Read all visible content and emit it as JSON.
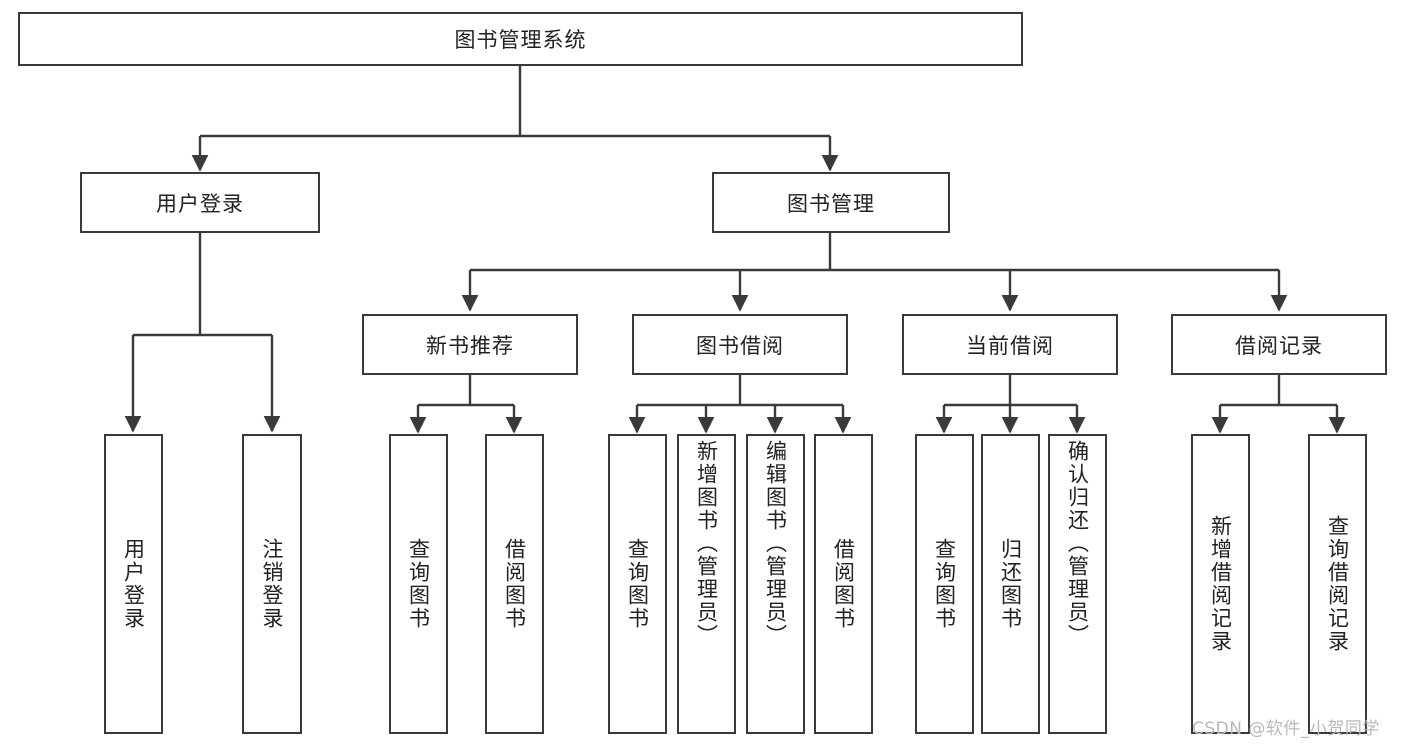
{
  "diagram": {
    "title": "图书管理系统",
    "type": "hierarchy-tree",
    "root": {
      "label": "图书管理系统"
    },
    "level1": [
      {
        "label": "用户登录"
      },
      {
        "label": "图书管理"
      }
    ],
    "level2": [
      {
        "label": "新书推荐"
      },
      {
        "label": "图书借阅"
      },
      {
        "label": "当前借阅"
      },
      {
        "label": "借阅记录"
      }
    ],
    "leaves": {
      "user_login": [
        {
          "label": "用户登录"
        },
        {
          "label": "注销登录"
        }
      ],
      "new_book_recommend": [
        {
          "label": "查询图书"
        },
        {
          "label": "借阅图书"
        }
      ],
      "book_borrow": [
        {
          "label": "查询图书"
        },
        {
          "label": "新增图书（管理员）"
        },
        {
          "label": "编辑图书（管理员）"
        },
        {
          "label": "借阅图书"
        }
      ],
      "current_borrow": [
        {
          "label": "查询图书"
        },
        {
          "label": "归还图书"
        },
        {
          "label": "确认归还（管理员）"
        }
      ],
      "borrow_record": [
        {
          "label": "新增借阅记录"
        },
        {
          "label": "查询借阅记录"
        }
      ]
    }
  },
  "watermark": {
    "text": "CSDN @软件_小贺同学"
  },
  "colors": {
    "stroke": "#3a3a3a",
    "background": "#ffffff",
    "text": "#222222",
    "watermark": "#b9b9b9"
  }
}
